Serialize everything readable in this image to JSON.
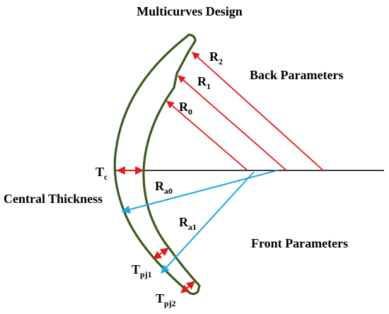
{
  "title": "Multicurves Design",
  "labels": {
    "back_parameters": "Back Parameters",
    "front_parameters": "Front Parameters",
    "central_thickness": "Central Thickness",
    "tc": {
      "main": "T",
      "sub": "c"
    },
    "r0": {
      "main": "R",
      "sub": "0"
    },
    "r1": {
      "main": "R",
      "sub": "1"
    },
    "r2": {
      "main": "R",
      "sub": "2"
    },
    "ra0": {
      "main": "R",
      "sub": "a0"
    },
    "ra1": {
      "main": "R",
      "sub": "a1"
    },
    "tpj1": {
      "main": "T",
      "sub": "pj1"
    },
    "tpj2": {
      "main": "T",
      "sub": "pj2"
    }
  },
  "colors": {
    "lens_outline": "#3d5a1e",
    "back_radius": "#e01b1b",
    "front_radius": "#1ea7dc",
    "axis": "#000000"
  }
}
